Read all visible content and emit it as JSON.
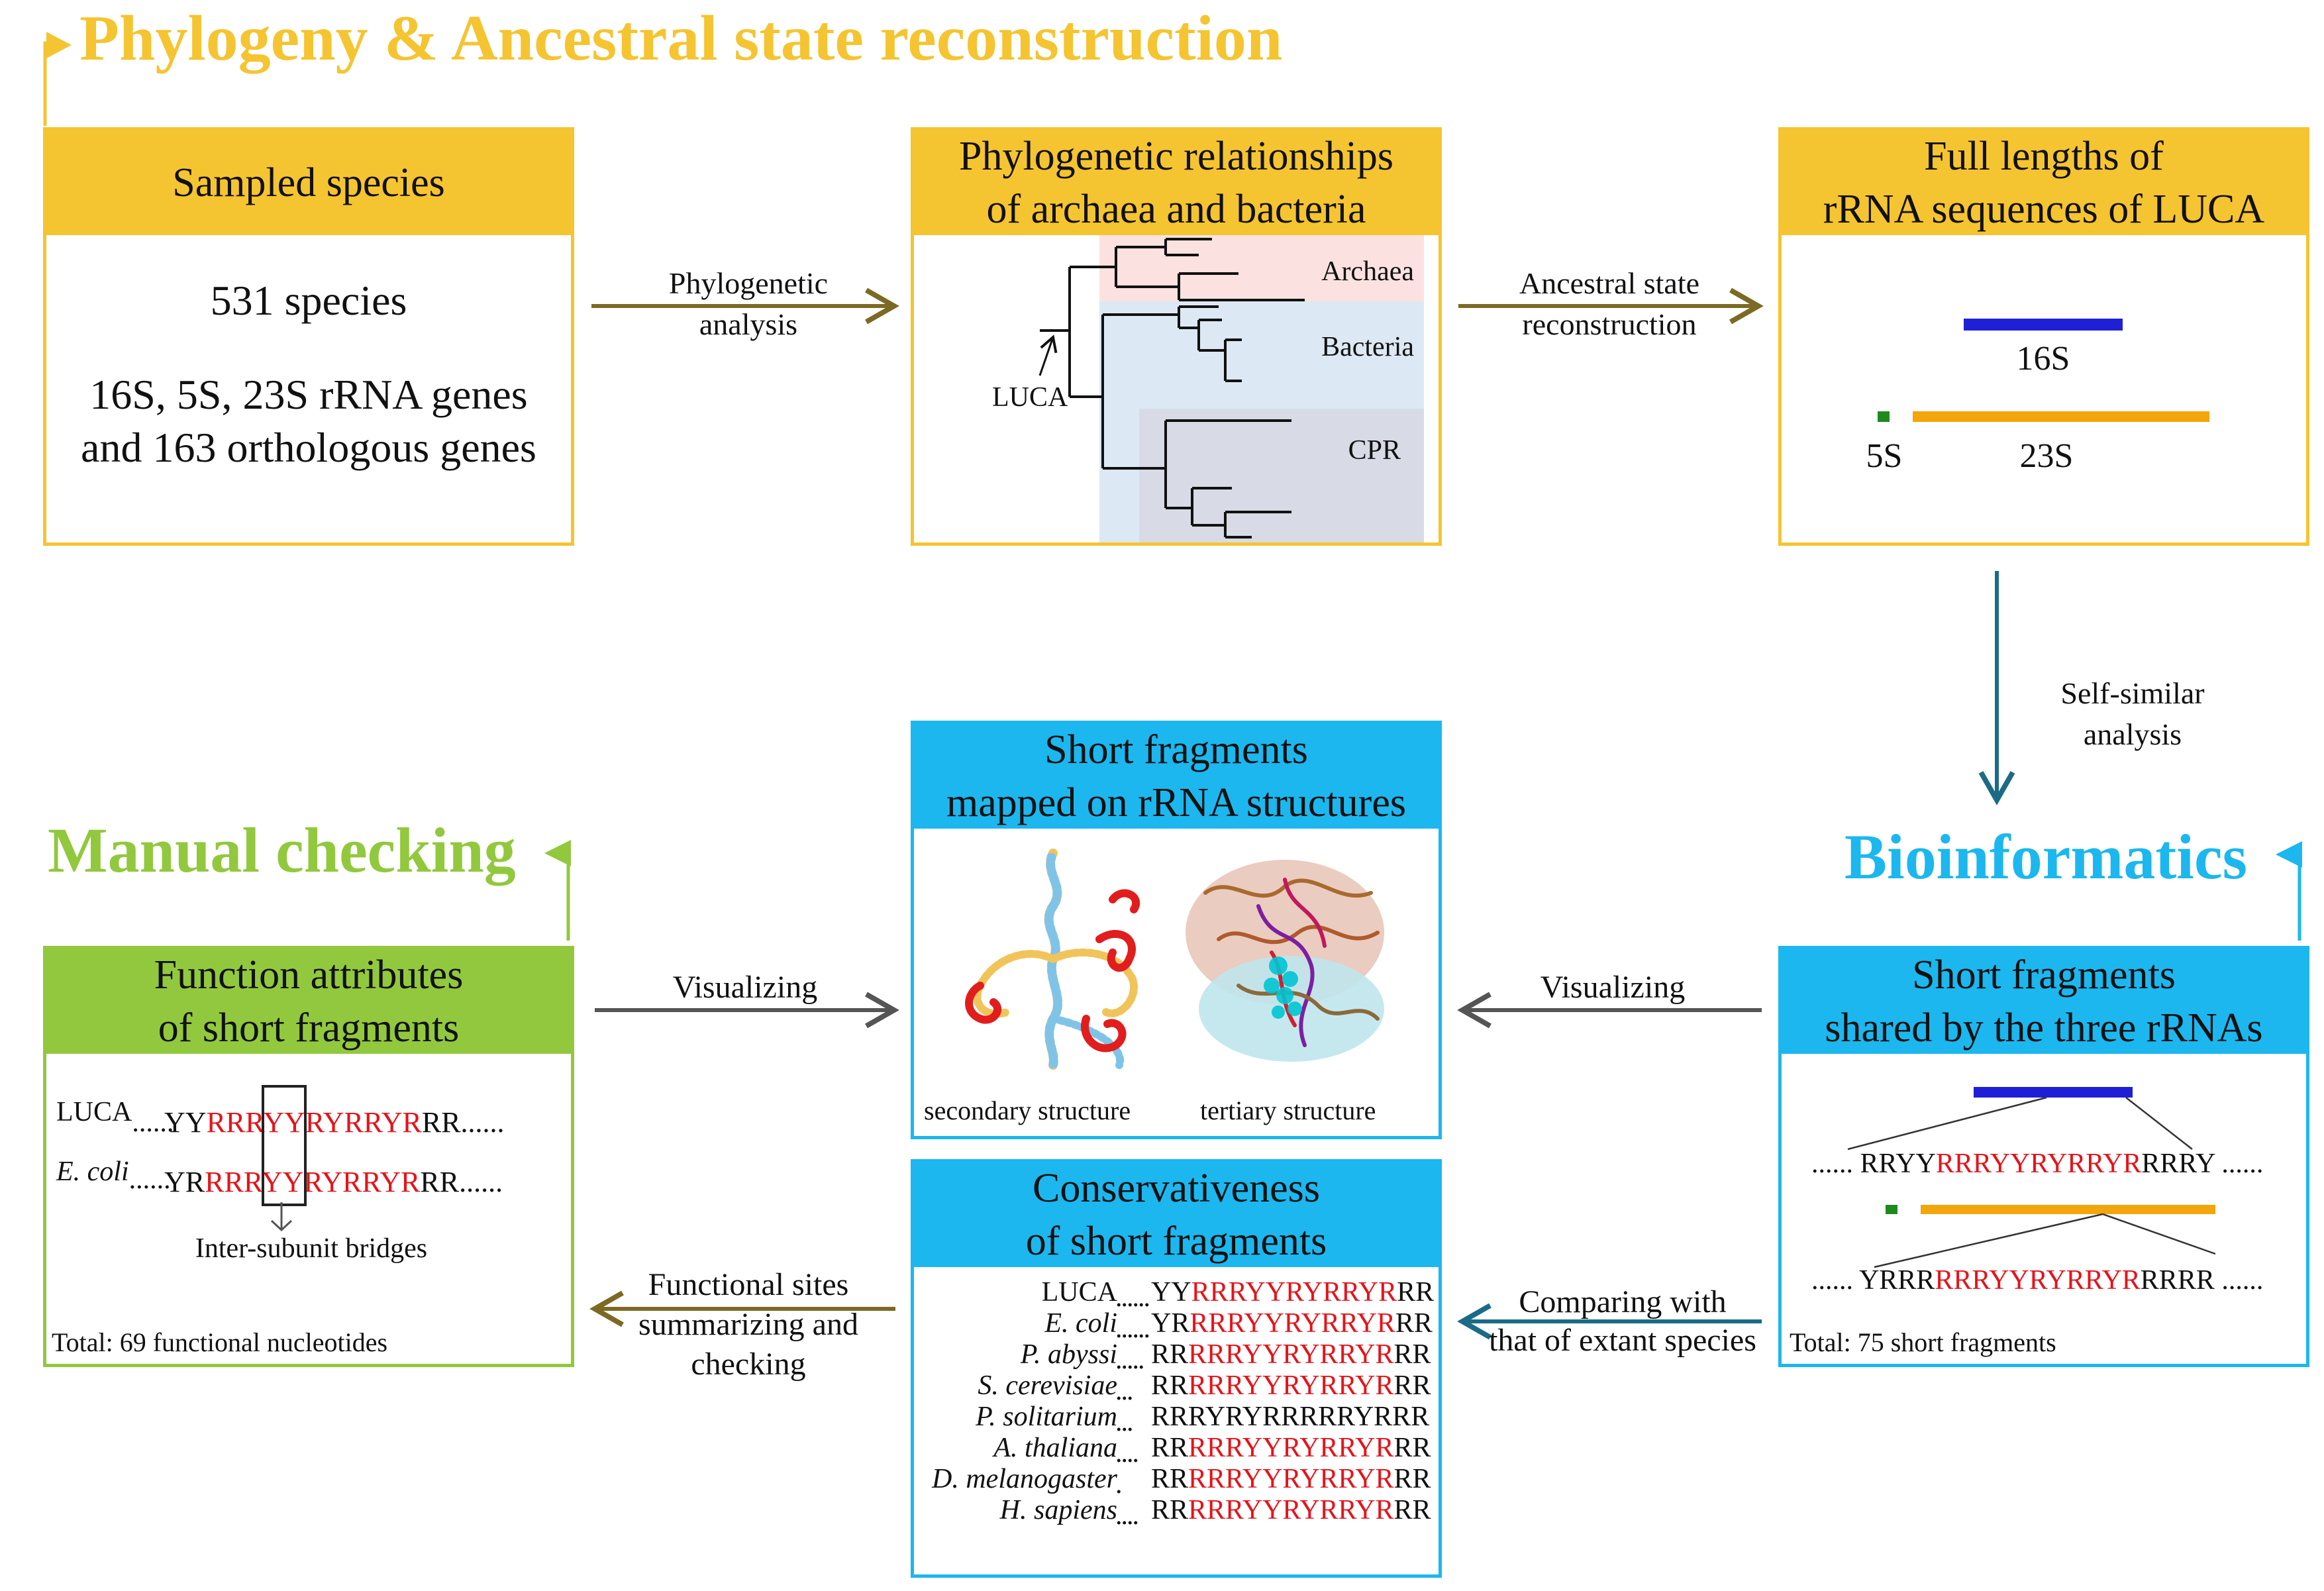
{
  "colors": {
    "yellow": "#f5c431",
    "green": "#92c83e",
    "blue": "#1cb7ee",
    "arrow_olive": "#7c6a24",
    "arrow_gray": "#555555",
    "arrow_teal": "#1a6b86",
    "bar_16s": "#1f1fd6",
    "bar_23s": "#f3a50c",
    "bar_5s": "#1e8a1e",
    "highlight": "#e4141b",
    "archaea_bg": "#fbe2e0",
    "bacteria_bg": "#dce9f4",
    "cpr_bg": "#d8dbe6"
  },
  "sections": {
    "phylogeny": "Phylogeny & Ancestral state reconstruction",
    "manual": "Manual checking",
    "bioinformatics": "Bioinformatics"
  },
  "sampled_species": {
    "header": "Sampled species",
    "count": "531 species",
    "genes_line1": "16S, 5S, 23S rRNA genes",
    "genes_line2": "and 163 orthologous genes"
  },
  "phylo": {
    "header_line1": "Phylogenetic relationships",
    "header_line2": "of archaea and bacteria",
    "archaea": "Archaea",
    "bacteria": "Bacteria",
    "cpr": "CPR",
    "luca": "LUCA"
  },
  "luca_lengths": {
    "header_line1": "Full lengths of",
    "header_line2": "rRNA sequences of LUCA",
    "label_16s": "16S",
    "label_5s": "5S",
    "label_23s": "23S"
  },
  "arrows": {
    "phylo_line1": "Phylogenetic",
    "phylo_line2": "analysis",
    "asr_line1": "Ancestral state",
    "asr_line2": "reconstruction",
    "self_line1": "Self-similar",
    "self_line2": "analysis",
    "visualizing_left": "Visualizing",
    "visualizing_right": "Visualizing",
    "func_line1": "Functional sites",
    "func_line2": "summarizing and",
    "func_line3": "checking",
    "cmp_line1": "Comparing with",
    "cmp_line2": "that of extant species"
  },
  "function_attr": {
    "header_line1": "Function attributes",
    "header_line2": "of short fragments",
    "luca_label": "LUCA",
    "ecoli_label": "E. coli",
    "dots": "......",
    "luca_prefix": "YY",
    "luca_core_a": "RRR",
    "luca_core_b": "YY",
    "luca_core_c": "RYRRYR",
    "luca_suffix": "RR",
    "ecoli_prefix": "YR",
    "ecoli_core_a": "RRR",
    "ecoli_core_b": "YY",
    "ecoli_core_c": "RYRRYR",
    "ecoli_suffix": "RR",
    "bridges": "Inter-subunit bridges",
    "total": "Total: 69 functional nucleotides"
  },
  "mapped": {
    "header_line1": "Short fragments",
    "header_line2": "mapped on rRNA structures",
    "secondary": "secondary structure",
    "tertiary": "tertiary structure"
  },
  "conserv": {
    "header_line1": "Conservativeness",
    "header_line2": "of short fragments",
    "rows": [
      {
        "species": "LUCA",
        "dots": "......",
        "prefix": "YY",
        "core": "RRRYYRYRRYR",
        "suffix": "RR",
        "italic": false
      },
      {
        "species": "E. coli",
        "dots": "......",
        "prefix": "YR",
        "core": "RRRYYRYRRYR",
        "suffix": "RR",
        "italic": true
      },
      {
        "species": "P. abyssi",
        "dots": ".....",
        "prefix": "RR",
        "core": "RRRYYRYRRYR",
        "suffix": "RR",
        "italic": true
      },
      {
        "species": "S. cerevisiae",
        "dots": "...",
        "prefix": "RR",
        "core": "RRRYYRYRRYR",
        "suffix": "RR",
        "italic": true
      },
      {
        "species": "P. solitarium",
        "dots": "...",
        "prefix": "RRRYRYRRRRRYRRR",
        "core": "",
        "suffix": "",
        "italic": true
      },
      {
        "species": "A. thaliana",
        "dots": "....",
        "prefix": "RR",
        "core": "RRRYYRYRRYR",
        "suffix": "RR",
        "italic": true
      },
      {
        "species": "D. melanogaster",
        "dots": ".",
        "prefix": "RR",
        "core": "RRRYYRYRRYR",
        "suffix": "RR",
        "italic": true
      },
      {
        "species": "H. sapiens",
        "dots": "....",
        "prefix": "RR",
        "core": "RRRYYRYRRYR",
        "suffix": "RR",
        "italic": true
      }
    ]
  },
  "shared": {
    "header_line1": "Short fragments",
    "header_line2": "shared by the three rRNAs",
    "seq1_dots_left": "......",
    "seq1_prefix": "RRYY",
    "seq1_core": "RRRYYRYRRYR",
    "seq1_suffix": "RRRY",
    "seq1_dots_right": "......",
    "seq2_dots_left": "......",
    "seq2_prefix": "YRRR",
    "seq2_core": "RRRYYRYRRYR",
    "seq2_suffix": "RRRR",
    "seq2_dots_right": "......",
    "total": "Total: 75 short fragments"
  }
}
